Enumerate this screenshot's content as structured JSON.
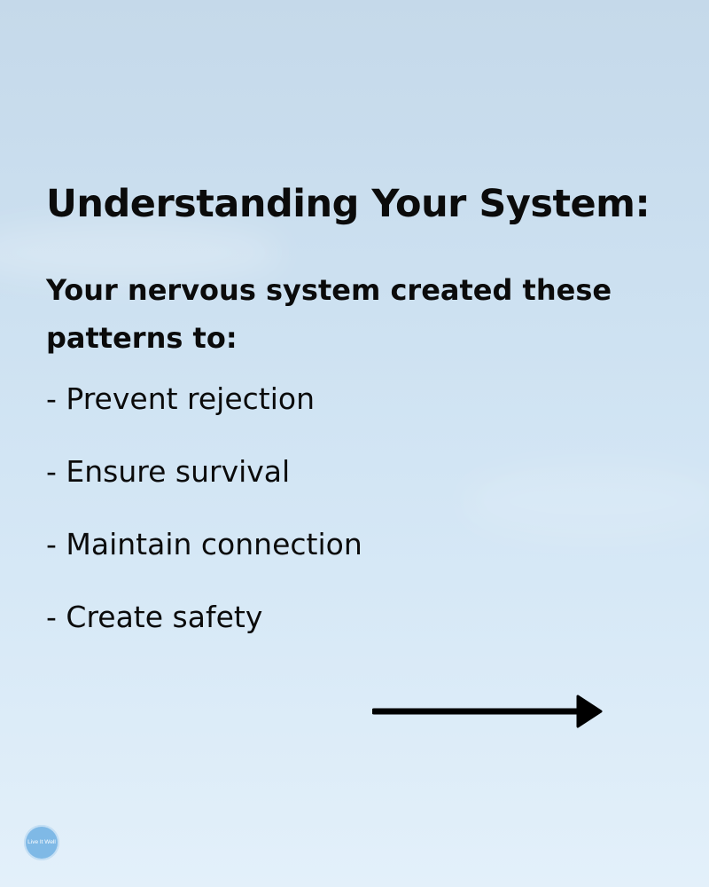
{
  "slide": {
    "heading": "Understanding Your System:",
    "intro": "Your nervous system created these patterns to:",
    "points": [
      "- Prevent rejection",
      "- Ensure survival",
      "- Maintain connection",
      "- Create safety"
    ],
    "next_icon": "arrow-right-icon"
  },
  "brand": {
    "logo_text": "Live It Well",
    "logo_color": "#7fb9e6"
  },
  "colors": {
    "text": "#0b0b0b",
    "sky_top": "#c5d9ea",
    "sky_bottom": "#e3f0fa"
  }
}
